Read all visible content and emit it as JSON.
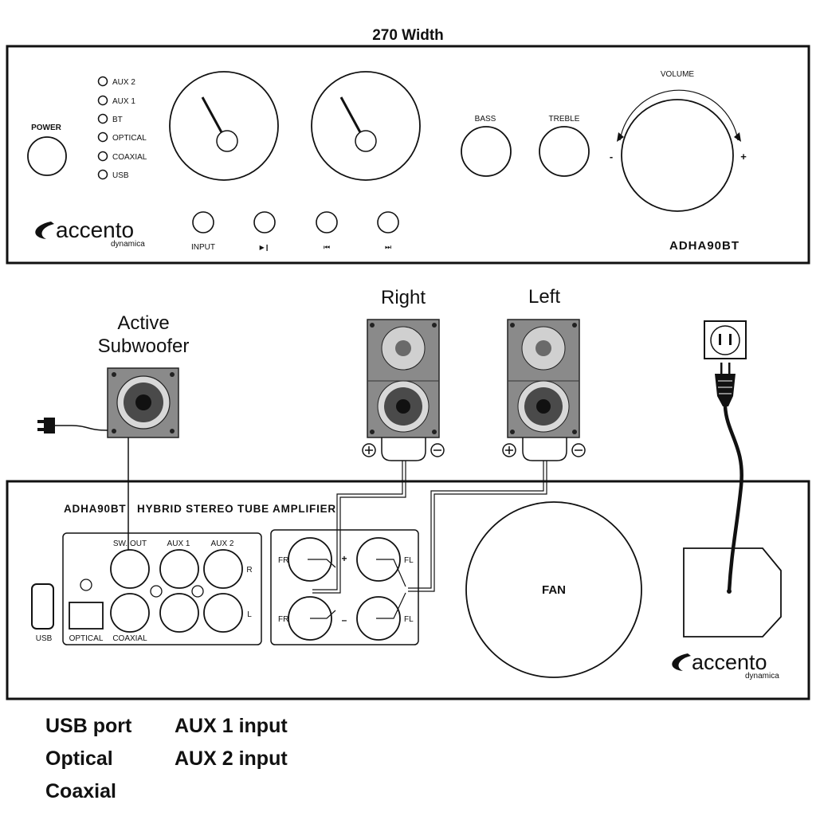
{
  "front_panel": {
    "width_label": "270 Width",
    "power_label": "POWER",
    "sources": [
      "AUX 2",
      "AUX 1",
      "BT",
      "OPTICAL",
      "COAXIAL",
      "USB"
    ],
    "bass_label": "BASS",
    "treble_label": "TREBLE",
    "volume_label": "VOLUME",
    "volume_minus": "-",
    "volume_plus": "+",
    "input_label": "INPUT",
    "play_pause_label": "▶❙",
    "prev_label": "⏮",
    "next_label": "⏭",
    "brand": "accento",
    "brand_sub": "dynamica",
    "model": "ADHA90BT"
  },
  "speakers": {
    "subwoofer_line1": "Active",
    "subwoofer_line2": "Subwoofer",
    "right_label": "Right",
    "left_label": "Left"
  },
  "rear_panel": {
    "title": "ADHA90BT   HYBRID STEREO TUBE AMPLIFIER",
    "sw_out": "SW. OUT",
    "aux1": "AUX 1",
    "aux2": "AUX 2",
    "r": "R",
    "l": "L",
    "usb": "USB",
    "optical": "OPTICAL",
    "coaxial": "COAXIAL",
    "fr": "FR",
    "fl": "FL",
    "plus": "+",
    "minus": "–",
    "fan": "FAN",
    "brand": "accento",
    "brand_sub": "dynamica"
  },
  "legend": {
    "col1": [
      "USB port",
      "Optical",
      "Coaxial"
    ],
    "col2": [
      "AUX 1 input",
      "AUX 2 input"
    ]
  }
}
